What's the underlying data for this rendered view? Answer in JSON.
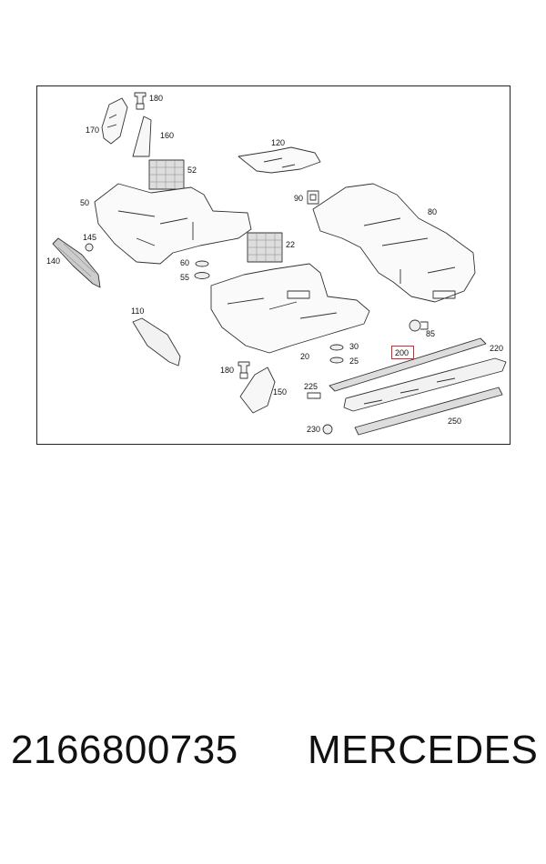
{
  "diagram": {
    "callouts": {
      "c180a": "180",
      "c170": "170",
      "c160": "160",
      "c52": "52",
      "c50": "50",
      "c120": "120",
      "c90": "90",
      "c80": "80",
      "c145": "145",
      "c140": "140",
      "c60": "60",
      "c55": "55",
      "c22": "22",
      "c110": "110",
      "c85": "85",
      "c220": "220",
      "c30": "30",
      "c20": "20",
      "c200": "200",
      "c25": "25",
      "c180b": "180",
      "c150": "150",
      "c225": "225",
      "c250": "250",
      "c230": "230"
    },
    "highlight_color": "#e0242b"
  },
  "footer": {
    "part_number": "2166800735",
    "brand": "MERCEDES"
  }
}
